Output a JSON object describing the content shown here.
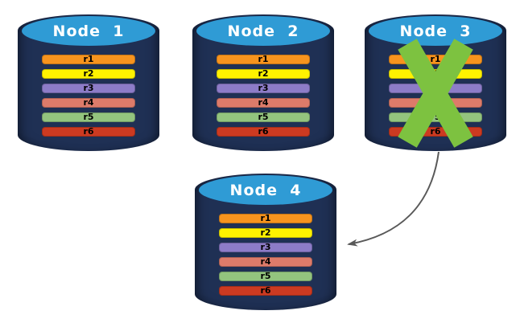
{
  "diagram": {
    "title": "replicated database nodes with node failure",
    "background": "#FFFFFF"
  },
  "colors": {
    "cylinder_body": "#1F3054",
    "cylinder_top": "#2F9BD5",
    "title_text": "#FFFFFF",
    "row_text": "#000000",
    "failure_x": "#7DC240",
    "arrow": "#595959"
  },
  "nodes": [
    {
      "label": "Node  1",
      "failed": false,
      "rows": [
        {
          "label": "r1",
          "color": "#F7941E"
        },
        {
          "label": "r2",
          "color": "#FFF200"
        },
        {
          "label": "r3",
          "color": "#8D7CC8"
        },
        {
          "label": "r4",
          "color": "#DD7B6A"
        },
        {
          "label": "r5",
          "color": "#93C47E"
        },
        {
          "label": "r6",
          "color": "#CC3A21"
        }
      ]
    },
    {
      "label": "Node  2",
      "failed": false,
      "rows": [
        {
          "label": "r1",
          "color": "#F7941E"
        },
        {
          "label": "r2",
          "color": "#FFF200"
        },
        {
          "label": "r3",
          "color": "#8D7CC8"
        },
        {
          "label": "r4",
          "color": "#DD7B6A"
        },
        {
          "label": "r5",
          "color": "#93C47E"
        },
        {
          "label": "r6",
          "color": "#CC3A21"
        }
      ]
    },
    {
      "label": "Node  3",
      "failed": true,
      "rows": [
        {
          "label": "r1",
          "color": "#F7941E"
        },
        {
          "label": "r2",
          "color": "#FFF200"
        },
        {
          "label": "r3",
          "color": "#8D7CC8"
        },
        {
          "label": "r4",
          "color": "#DD7B6A"
        },
        {
          "label": "r5",
          "color": "#93C47E"
        },
        {
          "label": "r6",
          "color": "#CC3A21"
        }
      ]
    },
    {
      "label": "Node  4",
      "failed": false,
      "rows": [
        {
          "label": "r1",
          "color": "#F7941E"
        },
        {
          "label": "r2",
          "color": "#FFF200"
        },
        {
          "label": "r3",
          "color": "#8D7CC8"
        },
        {
          "label": "r4",
          "color": "#DD7B6A"
        },
        {
          "label": "r5",
          "color": "#93C47E"
        },
        {
          "label": "r6",
          "color": "#CC3A21"
        }
      ]
    }
  ],
  "arrow": {
    "from": "Node  3",
    "to": "Node  4",
    "color": "#595959"
  }
}
